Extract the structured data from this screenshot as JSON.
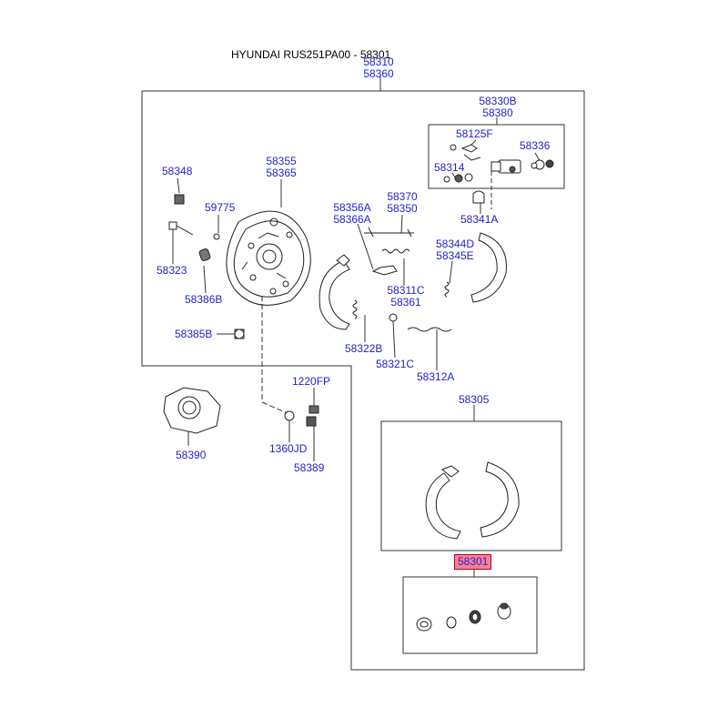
{
  "title": "HYUNDAI RUS251PA00 - 58301",
  "highlight_color": "#ff7f95",
  "label_color": "#1f1fd0",
  "labels": {
    "top_assy_a": "58310",
    "top_assy_b": "58360",
    "wheel_cyl_a": "58330B",
    "wheel_cyl_b": "58380",
    "p58125F": "58125F",
    "p58336": "58336",
    "p58314": "58314",
    "p58341A": "58341A",
    "p58348": "58348",
    "backplate_a": "58355",
    "backplate_b": "58365",
    "p59775": "59775",
    "adjuster_a": "58356A",
    "adjuster_b": "58366A",
    "lever_a": "58370",
    "lever_b": "58350",
    "p58344D": "58344D",
    "p58345E": "58345E",
    "p58323": "58323",
    "p58386B": "58386B",
    "strut_a": "58311C",
    "strut_b": "58361",
    "p58385B": "58385B",
    "p58322B": "58322B",
    "p58321C": "58321C",
    "p58312A": "58312A",
    "p1220FP": "1220FP",
    "p58390": "58390",
    "p1360JD": "1360JD",
    "p58389": "58389",
    "p58305": "58305",
    "p58301": "58301"
  }
}
